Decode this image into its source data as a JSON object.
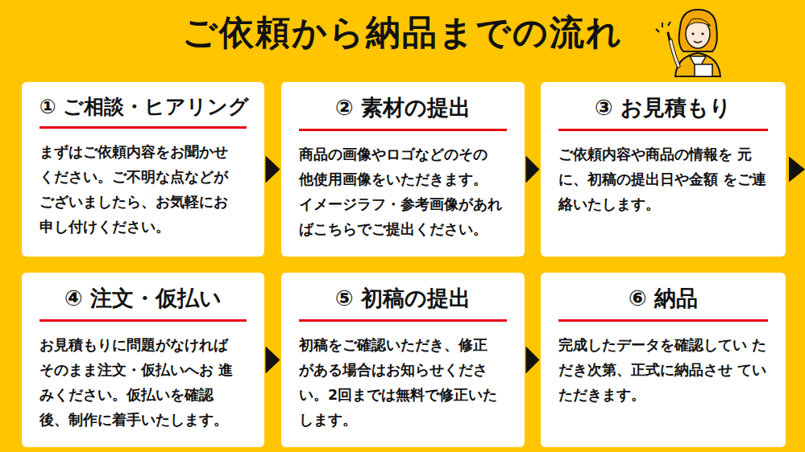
{
  "diagram": {
    "title": "ご依頼から納品までの流れ",
    "nodes": [
      {
        "text": [
          "① ご相談・ヒアリング",
          "まずはご依頼内容をお聞かせ ください。ご不明な点などが ございましたら、お気軽にお 申し付けください。"
        ]
      },
      {
        "text": [
          "② 素材の提出",
          "商品の画像やロゴなどのその 他使用画像をいただきます。 イメージラフ・参考画像があれ ばこちらでご提出ください。"
        ]
      },
      {
        "text": [
          "③ お見積もり",
          "ご依頼内容や商品の情報を 元に、初稿の提出日や金額 をご連絡いたします。"
        ]
      },
      {
        "text": [
          "④ 注文・仮払い",
          "お見積もりに問題がなければ そのまま注文・仮払いへお 進みください。仮払いを確認 後、制作に着手いたします。"
        ]
      },
      {
        "text": [
          "⑤ 初稿の提出",
          "初稿をご確認いただき、修正 がある場合はお知らせくださ い。2回までは無料で修正いた します。"
        ]
      },
      {
        "text": [
          "⑥ 納品",
          "完成したデータを確認してい ただき次第、正式に納品させ ていただきます。"
        ]
      }
    ],
    "edges": [
      {
        "from": 0,
        "to": 1,
        "arrow": "to"
      },
      {
        "from": 1,
        "to": 2,
        "arrow": "to"
      },
      {
        "from": 3,
        "to": 4,
        "arrow": "to"
      },
      {
        "from": 4,
        "to": 5,
        "arrow": "to"
      }
    ]
  }
}
